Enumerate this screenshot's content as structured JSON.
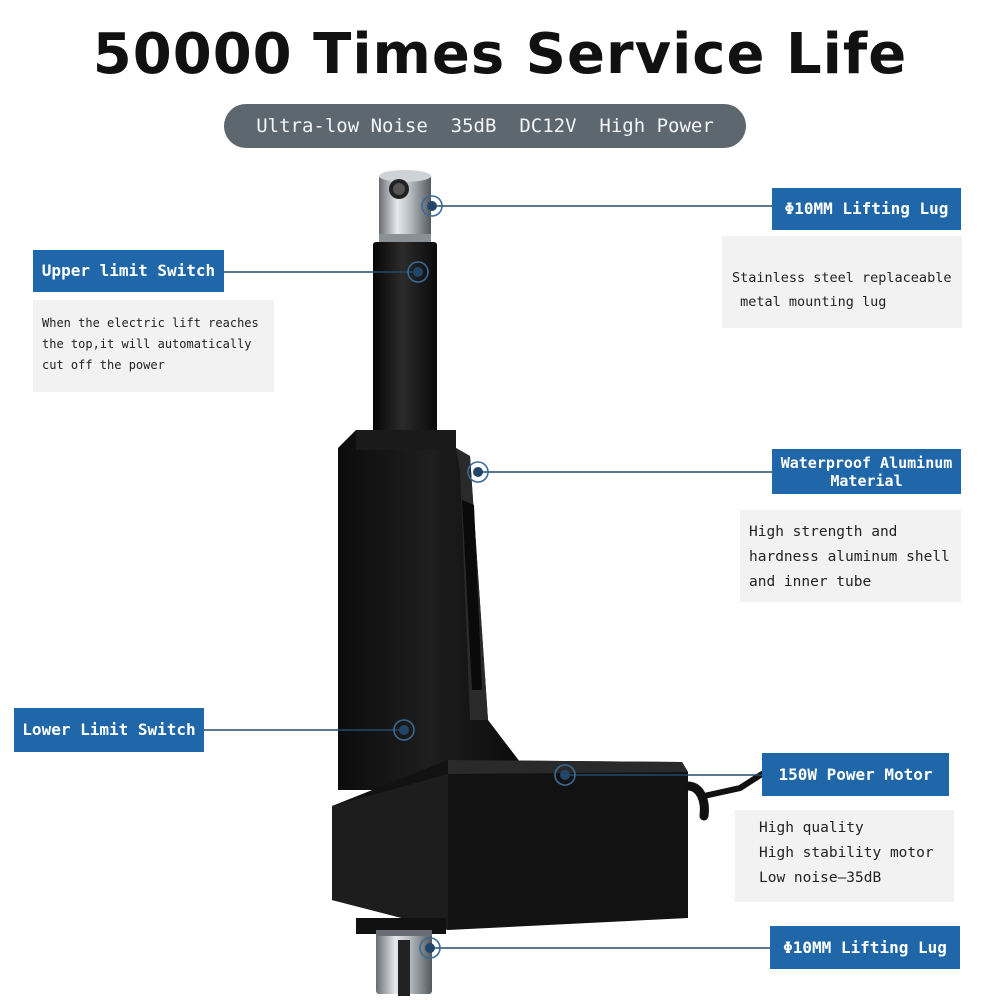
{
  "header": {
    "title": "50000 Times Service Life",
    "subtitle": "Ultra-low Noise  35dB  DC12V  High Power"
  },
  "callouts": {
    "top_lug": {
      "label": "Φ10MM Lifting Lug",
      "desc": [
        "Stainless steel replaceable",
        " metal mounting lug"
      ]
    },
    "upper_switch": {
      "label": "Upper limit Switch",
      "desc": [
        "When the electric lift reaches",
        "the top,it will automatically",
        "cut off the power"
      ]
    },
    "aluminum": {
      "label_line1": "Waterproof Aluminum",
      "label_line2": "Material",
      "desc": [
        "High strength and",
        "hardness aluminum shell",
        "and inner tube"
      ]
    },
    "lower_switch": {
      "label": "Lower Limit Switch"
    },
    "motor": {
      "label": "150W Power Motor",
      "desc": [
        "High quality",
        "High stability motor",
        "Low noise—35dB"
      ]
    },
    "bottom_lug": {
      "label": "Φ10MM Lifting Lug"
    }
  },
  "colors": {
    "label_bg": "#1f67a8",
    "desc_bg": "#f2f2f2",
    "pill_bg": "#5d6770",
    "leader_line": "#234a6b",
    "actuator_body": "#151515"
  }
}
